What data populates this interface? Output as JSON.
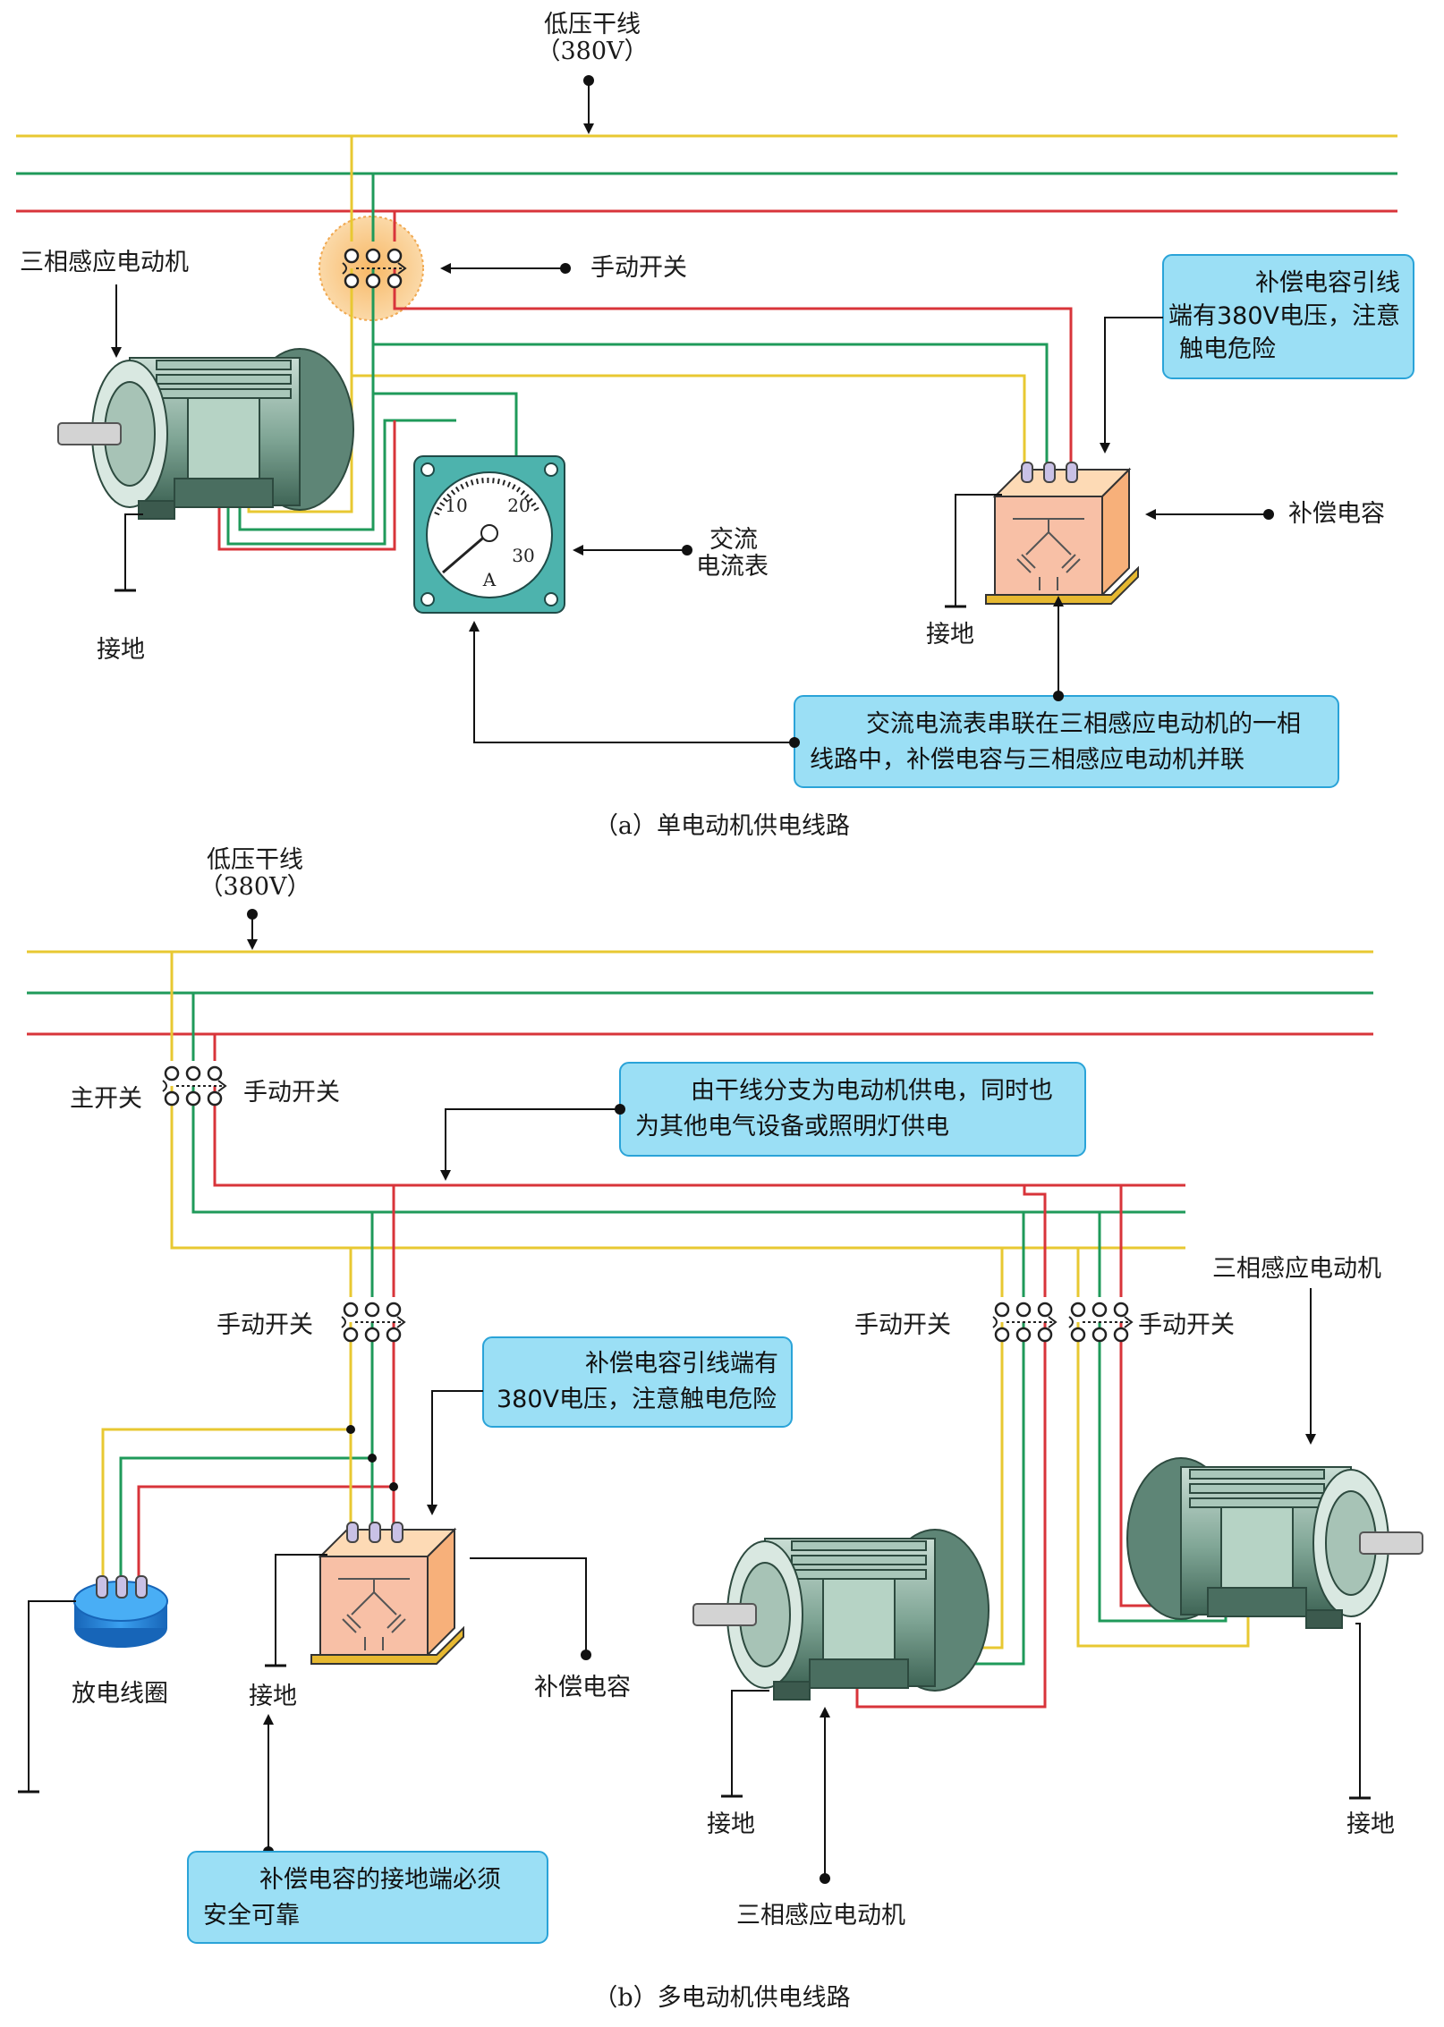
{
  "part_a": {
    "bus": {
      "line1": "低压干线",
      "line2": "（380V）"
    },
    "motor_label": "三相感应电动机",
    "switch_label": "手动开关",
    "ground1": "接地",
    "ground2": "接地",
    "ammeter_label": {
      "line1": "交流",
      "line2": "电流表"
    },
    "ammeter": {
      "tick_10": "10",
      "tick_20": "20",
      "tick_30": "30",
      "unit": "A"
    },
    "capacitor_label": "补偿电容",
    "note_voltage": {
      "line1": "补偿电容引线",
      "line2": "端有380V电压，注意",
      "line3": "触电危险"
    },
    "note_series": {
      "line1": "交流电流表串联在三相感应电动机的一相",
      "line2": "线路中，补偿电容与三相感应电动机并联"
    },
    "caption": "（a）单电动机供电线路"
  },
  "part_b": {
    "bus": {
      "line1": "低压干线",
      "line2": "（380V）"
    },
    "main_switch_label": "主开关",
    "main_manual_label": "手动开关",
    "note_branch": {
      "line1": "由干线分支为电动机供电，同时也",
      "line2": "为其他电气设备或照明灯供电"
    },
    "switch_left": "手动开关",
    "switch_mid": "手动开关",
    "switch_right": "手动开关",
    "motor_right_label": "三相感应电动机",
    "note_voltage": {
      "line1": "补偿电容引线端有",
      "line2": "380V电压，注意触电危险"
    },
    "coil_label": "放电线圈",
    "ground_cap": "接地",
    "capacitor_label": "补偿电容",
    "ground_motor1": "接地",
    "ground_motor2": "接地",
    "motor_bottom_label": "三相感应电动机",
    "note_ground": {
      "line1": "补偿电容的接地端必须",
      "line2": "安全可靠"
    },
    "caption": "（b）多电动机供电线路"
  },
  "colors": {
    "phase_yellow": "#e8c832",
    "phase_green": "#1f9a5a",
    "phase_red": "#d8343a",
    "note_fill": "#9bdff5",
    "note_stroke": "#2aa3d8",
    "capacitor": "#f8c79a",
    "motor": "#8fb5a5",
    "meter": "#4db3ad",
    "coil": "#1f7fd8",
    "switch_glow": "#f7c98c"
  }
}
